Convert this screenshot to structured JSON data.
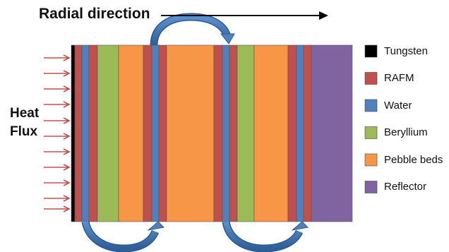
{
  "title": "Radial direction",
  "heat_label": [
    "Heat",
    "Flux"
  ],
  "layers": [
    {
      "material": "Tungsten"
    },
    {
      "material": "RAFM"
    },
    {
      "material": "Water"
    },
    {
      "material": "RAFM"
    },
    {
      "material": "Beryllium"
    },
    {
      "material": "Pebble beds"
    },
    {
      "material": "RAFM"
    },
    {
      "material": "Water"
    },
    {
      "material": "RAFM"
    },
    {
      "material": "Pebble beds"
    },
    {
      "material": "RAFM"
    },
    {
      "material": "Water"
    },
    {
      "material": "RAFM"
    },
    {
      "material": "Beryllium"
    },
    {
      "material": "Pebble beds"
    },
    {
      "material": "RAFM"
    },
    {
      "material": "Water"
    },
    {
      "material": "RAFM"
    },
    {
      "material": "Reflector"
    }
  ],
  "legend": [
    {
      "label": "Tungsten",
      "color": "#000000"
    },
    {
      "label": "RAFM",
      "color": "#c0504d"
    },
    {
      "label": "Water",
      "color": "#4f81bd"
    },
    {
      "label": "Beryllium",
      "color": "#9bbb59"
    },
    {
      "label": "Pebble beds",
      "color": "#f79646"
    },
    {
      "label": "Reflector",
      "color": "#8064a2"
    }
  ],
  "colors": {
    "heat_arrow": "#c0504d",
    "flow_arrow": "#4f81bd",
    "flow_arrow_dark": "#2c5a8f"
  }
}
